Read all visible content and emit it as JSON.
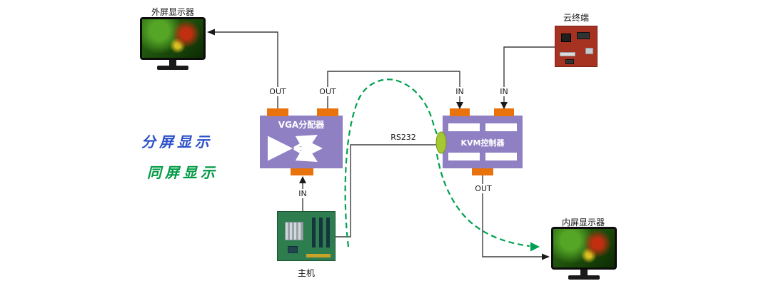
{
  "diagram": {
    "nodes": {
      "external_monitor": {
        "label": "外屏显示器"
      },
      "cloud_terminal": {
        "label": "云终端"
      },
      "vga_splitter": {
        "label": "VGA分配器"
      },
      "kvm_controller": {
        "label": "KVM控制器"
      },
      "host": {
        "label": "主机"
      },
      "internal_monitor": {
        "label": "内屏显示器"
      }
    },
    "legend": {
      "split_screen": "分屏显示",
      "same_screen": "同屏显示"
    },
    "ports": {
      "vga_out_left": "OUT",
      "vga_out_right": "OUT",
      "vga_in": "IN",
      "kvm_in_left": "IN",
      "kvm_in_right": "IN",
      "kvm_out": "OUT",
      "rs232": "RS232"
    },
    "colors": {
      "box_purple": "#8F80C4",
      "connector_orange": "#E8720C",
      "green_dashed": "#00A050",
      "legend_blue": "#2B50C8",
      "legend_green": "#009A44",
      "line_gray": "#3D3D3D"
    }
  }
}
